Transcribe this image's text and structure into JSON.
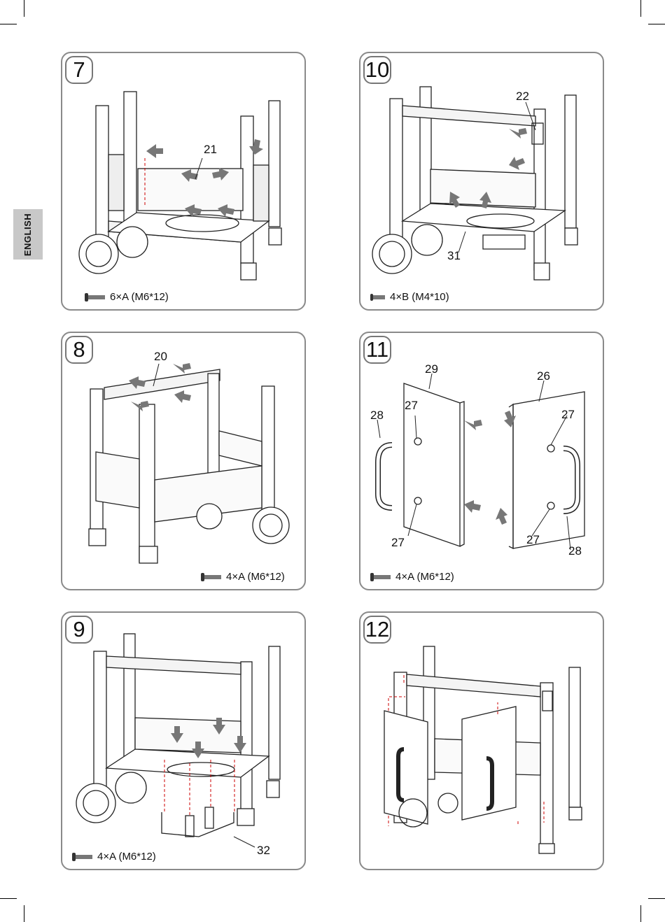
{
  "language_tab": "ENGLISH",
  "panels": [
    {
      "step": "7",
      "hardware": "6×A (M6*12)",
      "callouts": [
        "21"
      ]
    },
    {
      "step": "10",
      "hardware": "4×B (M4*10)",
      "callouts": [
        "22",
        "31"
      ]
    },
    {
      "step": "8",
      "hardware": "4×A (M6*12)",
      "callouts": [
        "20"
      ]
    },
    {
      "step": "11",
      "hardware": "4×A (M6*12)",
      "callouts": [
        "29",
        "26",
        "27",
        "28",
        "27",
        "27",
        "27",
        "28"
      ]
    },
    {
      "step": "9",
      "hardware": "4×A (M6*12)",
      "callouts": [
        "32"
      ]
    },
    {
      "step": "12",
      "hardware": "",
      "callouts": []
    }
  ]
}
